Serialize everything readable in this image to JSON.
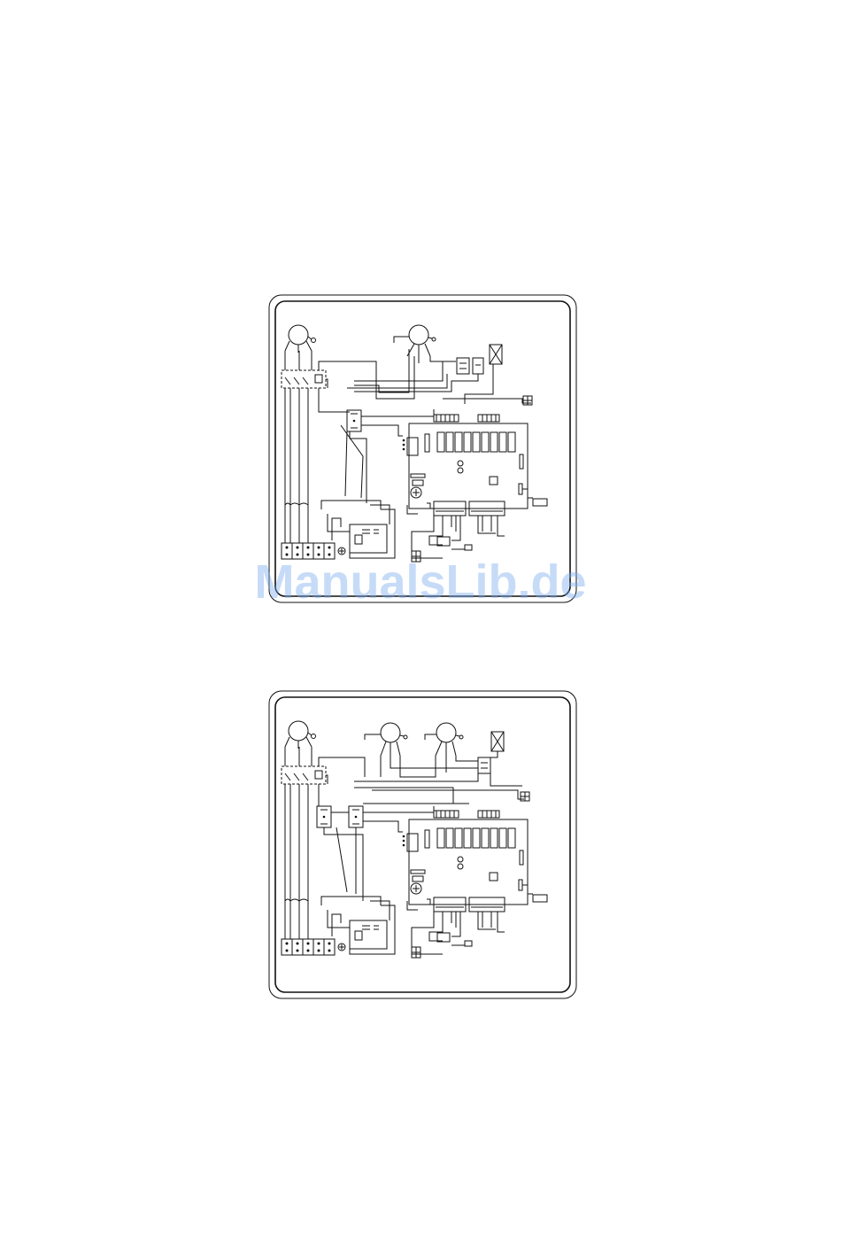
{
  "page": {
    "background": "#ffffff",
    "line_color": "#111111"
  },
  "diagrams": [
    {
      "id": "diagram-1",
      "fan_motors": 1
    },
    {
      "id": "diagram-2",
      "fan_motors": 2
    }
  ],
  "watermark": {
    "text": "ManualsLib.de",
    "color": "#78aaeb"
  }
}
